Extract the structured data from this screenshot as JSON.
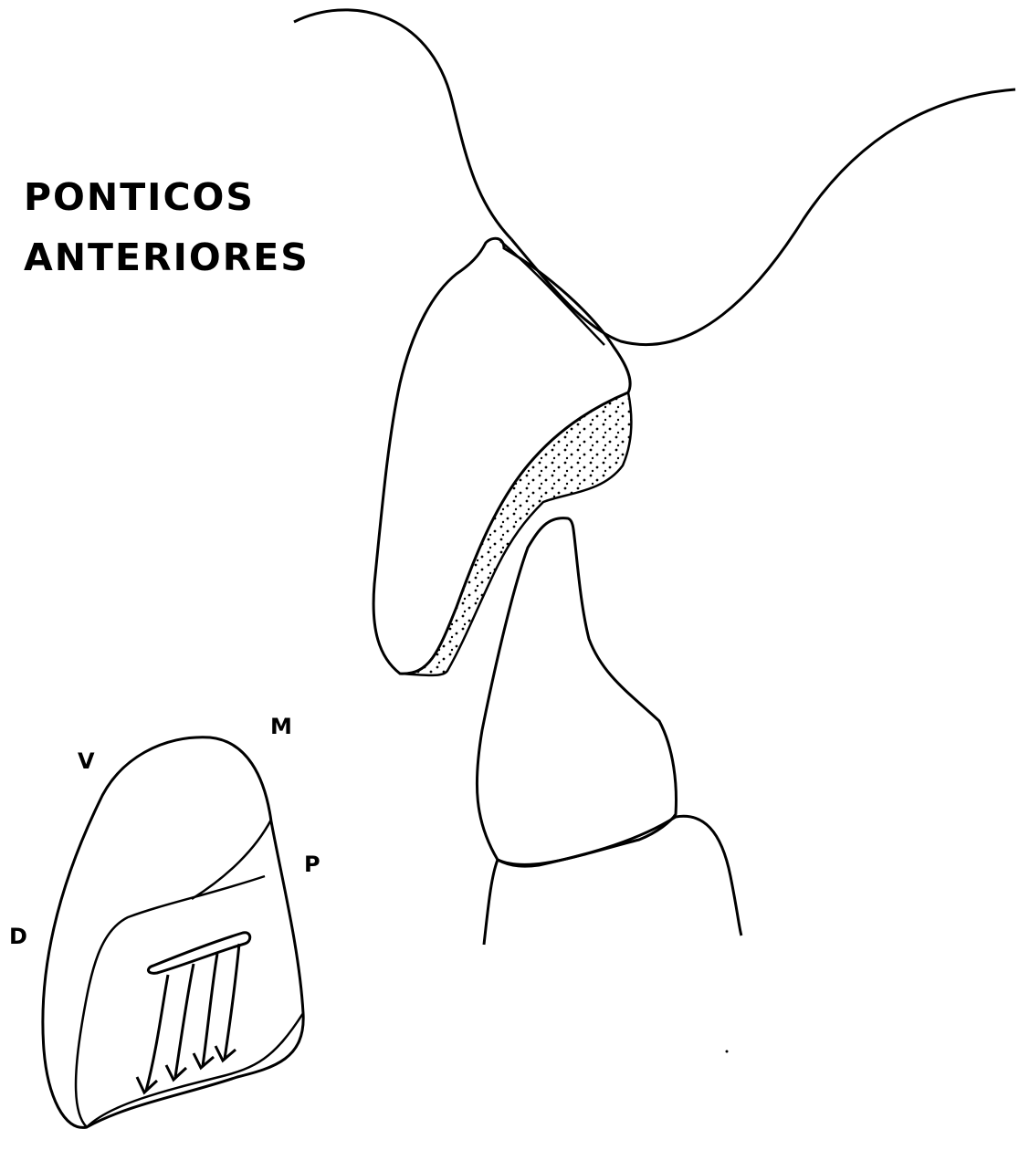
{
  "title": {
    "line1": "PONTICOS",
    "line2": "ANTERIORES"
  },
  "labels": {
    "v": "V",
    "m": "M",
    "p": "P",
    "d": "D"
  },
  "colors": {
    "ink": "#000000",
    "paper": "#ffffff"
  }
}
